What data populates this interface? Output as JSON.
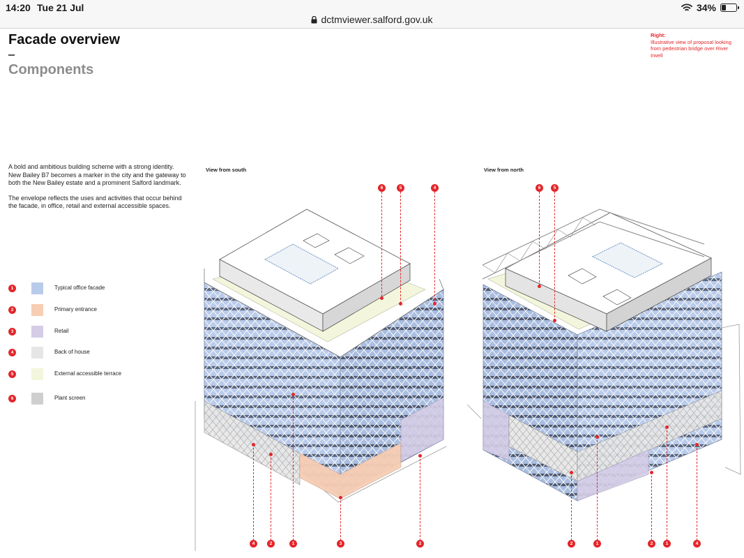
{
  "status_bar": {
    "time": "14:20",
    "date": "Tue 21 Jul",
    "url": "dctmviewer.salford.gov.uk",
    "battery": "34%",
    "battery_level": 0.34
  },
  "page": {
    "title": "Facade overview",
    "dash": "–",
    "subtitle": "Components",
    "caption_heading": "Right:",
    "caption_text": "Illustrative view of proposal looking from pedestrian bridge over River Irwell",
    "intro_p1": "A bold and ambitious building scheme with a strong identity. New Bailey B7 becomes a marker in the city and the gateway to both the New Bailey estate and a prominent Salford landmark.",
    "intro_p2": "The envelope reflects the uses and activities that occur behind the facade, in office, retail and external accessible spaces."
  },
  "legend": [
    {
      "num": "1",
      "label": "Typical office facade",
      "color": "#b9cbea"
    },
    {
      "num": "2",
      "label": "Primary entrance",
      "color": "#f7cdb4"
    },
    {
      "num": "3",
      "label": "Retail",
      "color": "#d5cde6"
    },
    {
      "num": "4",
      "label": "Back of house",
      "color": "#e6e6e6"
    },
    {
      "num": "5",
      "label": "External accessible terrace",
      "color": "#f3f6dc"
    },
    {
      "num": "6",
      "label": "Plant screen",
      "color": "#cfcfcf"
    }
  ],
  "views": {
    "south": {
      "label": "View from south",
      "top_markers": [
        "6",
        "5",
        "4"
      ],
      "bottom_markers": [
        "4",
        "2",
        "1",
        "3",
        "2"
      ]
    },
    "north": {
      "label": "View from north",
      "top_markers": [
        "6",
        "5"
      ],
      "bottom_markers": [
        "2",
        "1",
        "2",
        "1",
        "4"
      ]
    }
  },
  "colors": {
    "accent_red": "#e3262b",
    "office_blue": "#b9cbea"
  }
}
